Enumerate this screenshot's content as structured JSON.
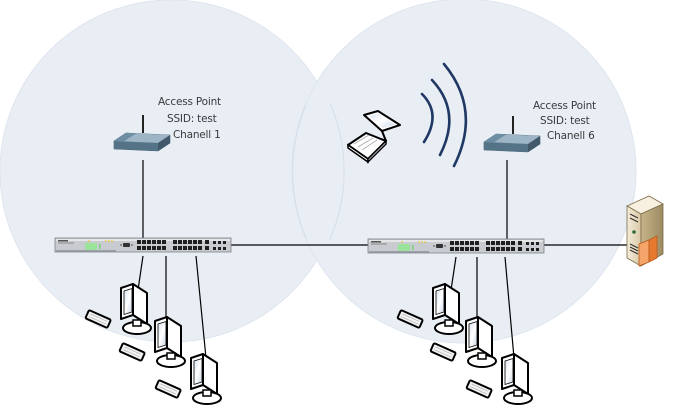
{
  "diagram": {
    "title": "",
    "cells": [
      {
        "id": "cell-1",
        "access_point": {
          "line1": "Access Point",
          "line2": "SSID: test",
          "line3": "Chanell 1"
        },
        "switch": "switch-1",
        "workstations": 3
      },
      {
        "id": "cell-2",
        "access_point": {
          "line1": "Access Point",
          "line2": "SSID: test",
          "line3": "Chanell 6"
        },
        "switch": "switch-2",
        "workstations": 3,
        "wireless_client": "laptop"
      }
    ],
    "server": "server",
    "colors": {
      "coverage_fill": "#e8edf4",
      "coverage_stroke": "#dde3ec",
      "wifi_waves": "#1f3864",
      "router_body": "#6f8fa4",
      "server_accent": "#f08a45",
      "line": "#000000"
    }
  }
}
